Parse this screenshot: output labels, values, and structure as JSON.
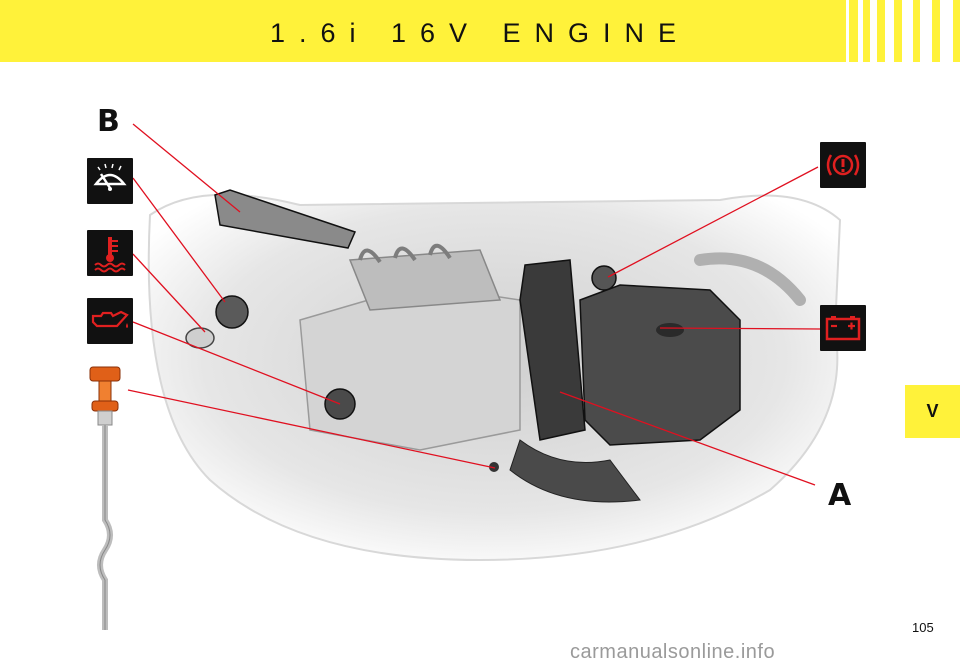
{
  "header": {
    "title": "1.6i 16V ENGINE"
  },
  "section_tab": {
    "label": "V"
  },
  "labels": {
    "a": "A",
    "b": "B"
  },
  "icons": {
    "left": [
      "windscreen-washer-icon",
      "coolant-temperature-icon",
      "engine-oil-icon",
      "oil-dipstick-icon"
    ],
    "right": [
      "brake-warning-icon",
      "battery-icon"
    ]
  },
  "colors": {
    "header": "#fff23a",
    "icon_red": "#e02020",
    "leader_line": "#e01020",
    "dipstick_cap": "#f07020"
  },
  "page_number": "105",
  "watermark": "carmanualsonline.info"
}
